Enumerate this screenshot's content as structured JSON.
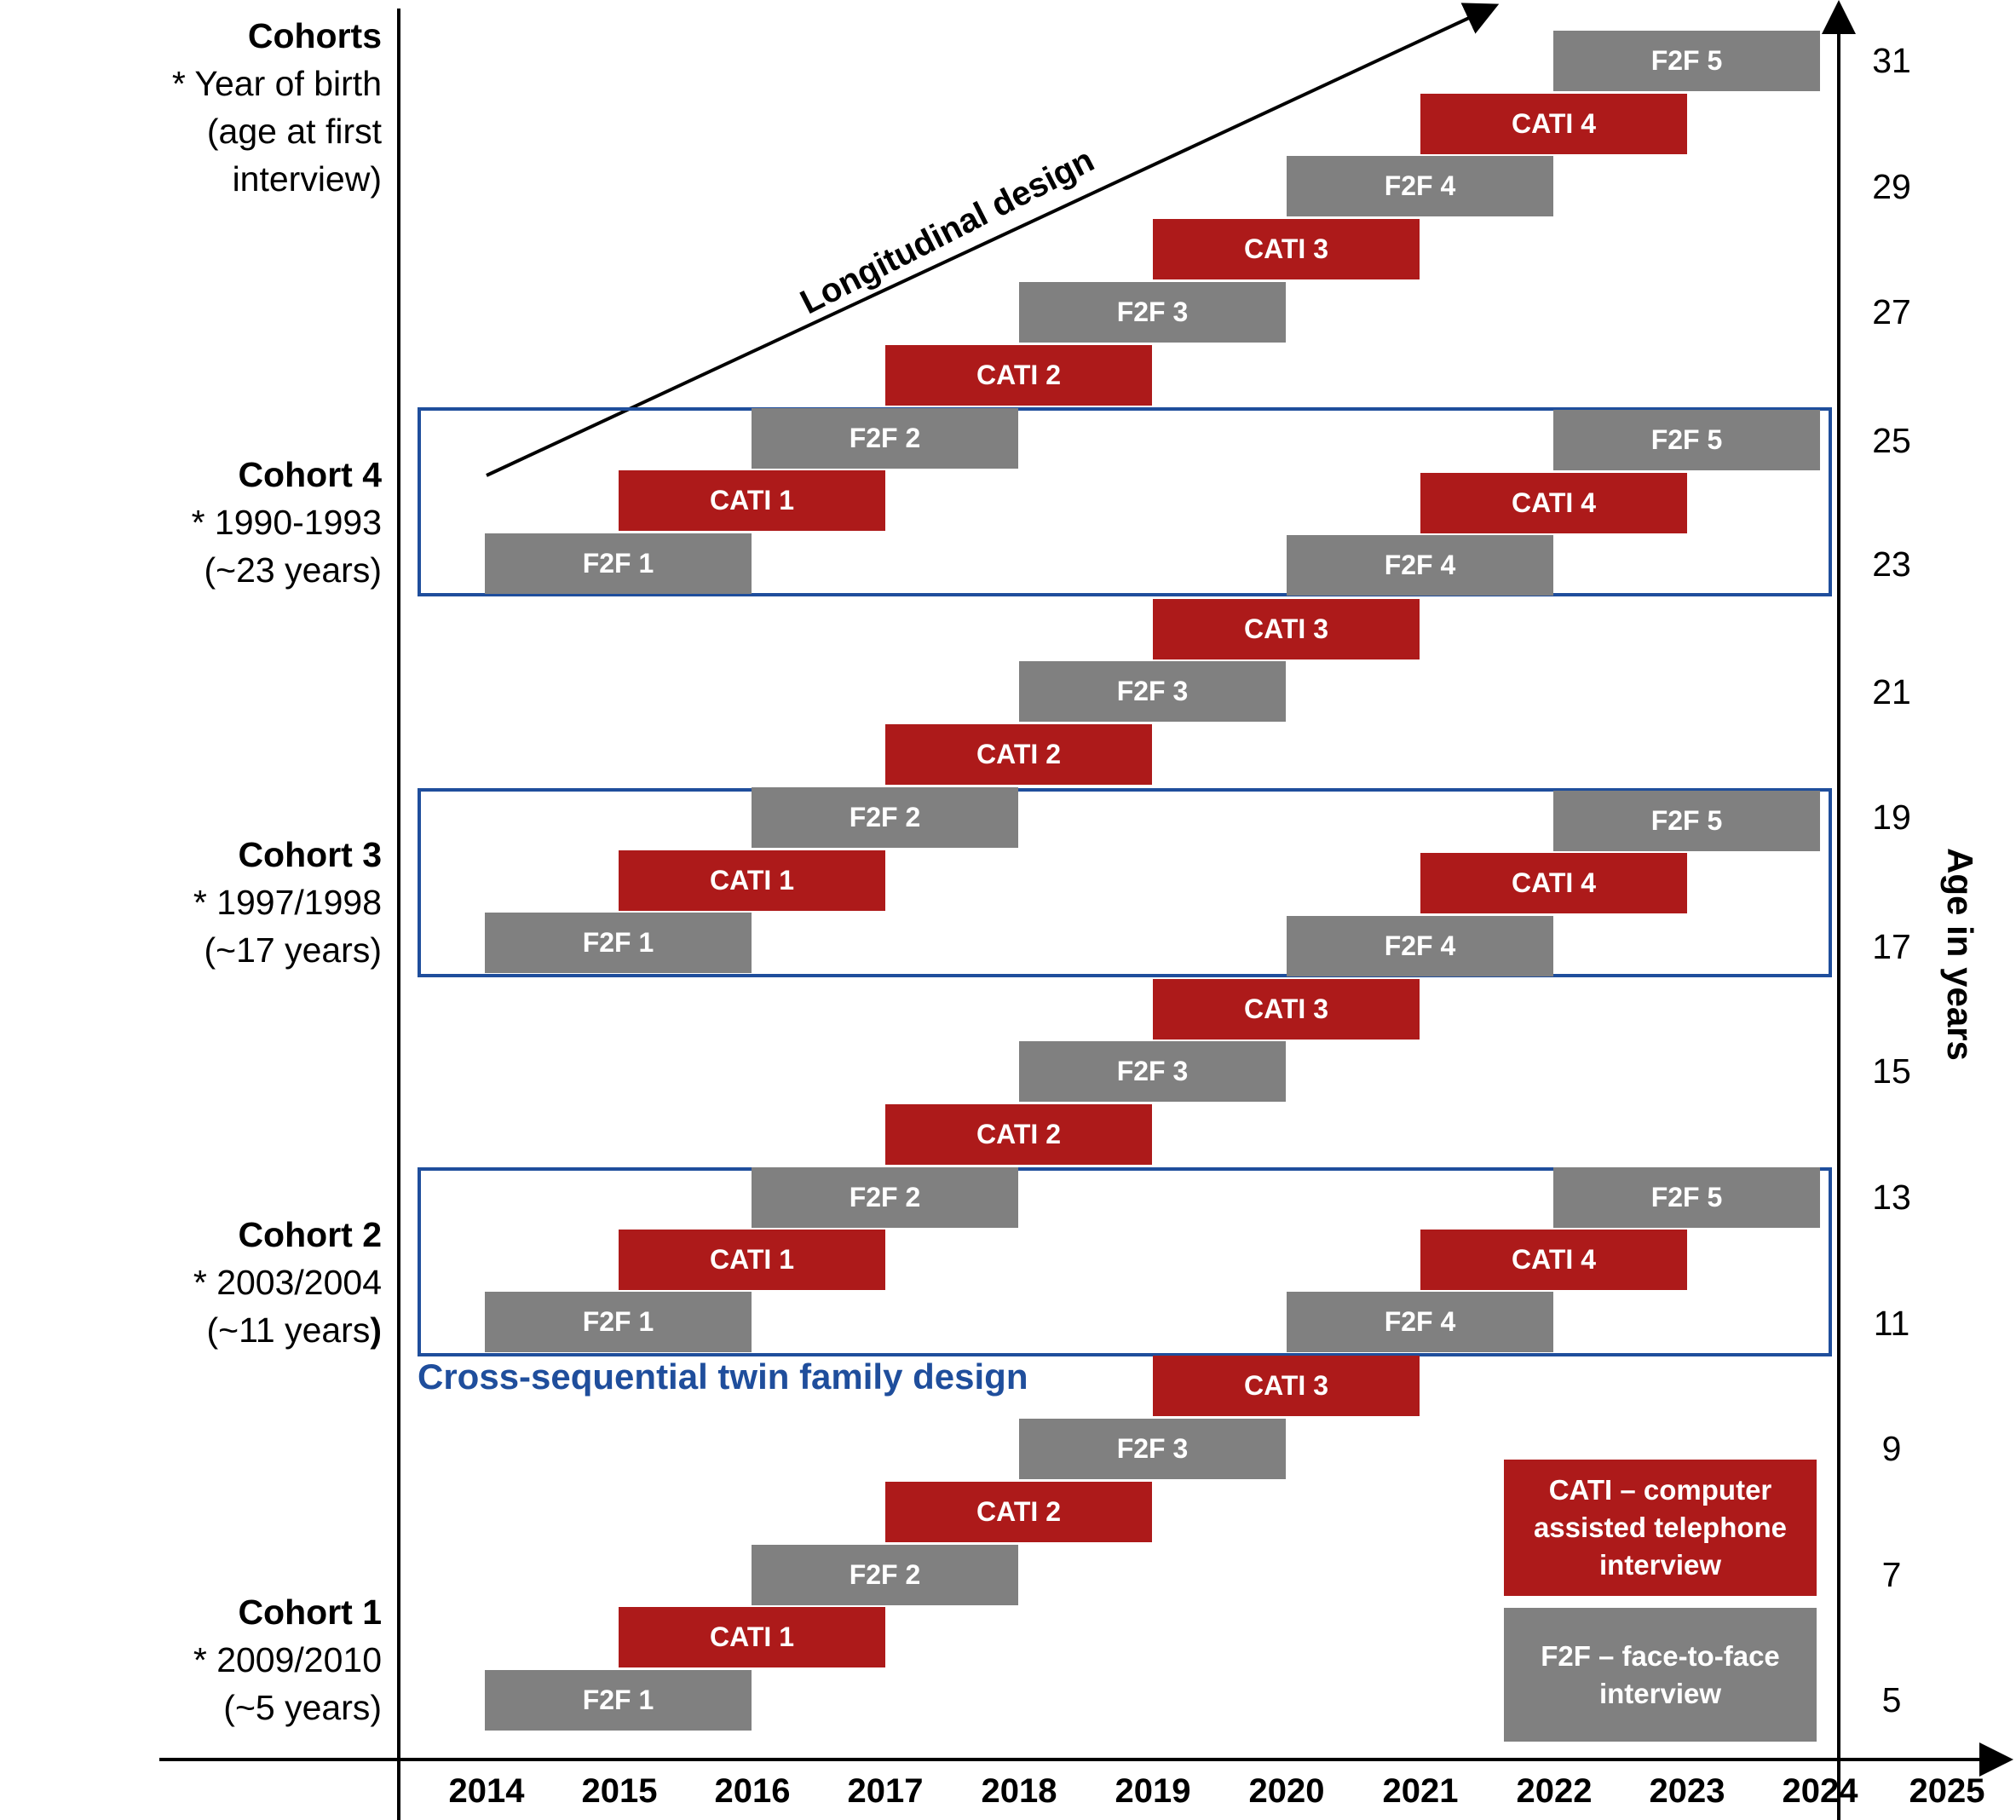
{
  "cohort_header": {
    "title": "Cohorts",
    "lines": [
      "* Year of birth",
      "(age at first",
      "interview)"
    ]
  },
  "cohorts": [
    {
      "name": "Cohort 4",
      "birth": "* 1990-1993",
      "age": "(~23 years)"
    },
    {
      "name": "Cohort 3",
      "birth": "* 1997/1998",
      "age": "(~17 years)"
    },
    {
      "name": "Cohort 2",
      "birth": "* 2003/2004",
      "age_prefix": "(~11 years",
      "age_suffix": ")"
    },
    {
      "name": "Cohort 1",
      "birth": "* 2009/2010",
      "age": "(~5 years)"
    }
  ],
  "years": [
    "2014",
    "2015",
    "2016",
    "2017",
    "2018",
    "2019",
    "2020",
    "2021",
    "2022",
    "2023",
    "2024",
    "2025"
  ],
  "ages": [
    "31",
    "29",
    "27",
    "25",
    "23",
    "21",
    "19",
    "17",
    "15",
    "13",
    "11",
    "9",
    "7",
    "5"
  ],
  "age_axis_title": "Age in years",
  "longitudinal_label": "Longitudinal design",
  "cross_sequential_label": "Cross-sequential twin family design",
  "legend": {
    "cati_lines": [
      "CATI – computer",
      "assisted telephone",
      "interview"
    ],
    "f2f_lines": [
      "F2F – face-to-face",
      "interview"
    ]
  },
  "colors": {
    "f2f": "#808080",
    "cati": "#ad1a1a",
    "frame": "#1f4e9c"
  },
  "waves": [
    {
      "label": "F2F 5",
      "type": "f2f"
    },
    {
      "label": "CATI 4",
      "type": "cati"
    },
    {
      "label": "F2F 4",
      "type": "f2f"
    },
    {
      "label": "CATI 3",
      "type": "cati"
    },
    {
      "label": "F2F 3",
      "type": "f2f"
    },
    {
      "label": "CATI 2",
      "type": "cati"
    },
    {
      "label": "F2F 2",
      "type": "f2f"
    },
    {
      "label": "F2F 5",
      "type": "f2f"
    },
    {
      "label": "CATI 1",
      "type": "cati"
    },
    {
      "label": "CATI 4",
      "type": "cati"
    },
    {
      "label": "F2F 1",
      "type": "f2f"
    },
    {
      "label": "F2F 4",
      "type": "f2f"
    },
    {
      "label": "CATI 3",
      "type": "cati"
    },
    {
      "label": "F2F 3",
      "type": "f2f"
    },
    {
      "label": "CATI 2",
      "type": "cati"
    },
    {
      "label": "F2F 2",
      "type": "f2f"
    },
    {
      "label": "F2F 5",
      "type": "f2f"
    },
    {
      "label": "CATI 1",
      "type": "cati"
    },
    {
      "label": "CATI 4",
      "type": "cati"
    },
    {
      "label": "F2F 1",
      "type": "f2f"
    },
    {
      "label": "F2F 4",
      "type": "f2f"
    },
    {
      "label": "CATI 3",
      "type": "cati"
    },
    {
      "label": "F2F 3",
      "type": "f2f"
    },
    {
      "label": "CATI 2",
      "type": "cati"
    },
    {
      "label": "F2F 2",
      "type": "f2f"
    },
    {
      "label": "F2F 5",
      "type": "f2f"
    },
    {
      "label": "CATI 1",
      "type": "cati"
    },
    {
      "label": "CATI 4",
      "type": "cati"
    },
    {
      "label": "F2F 1",
      "type": "f2f"
    },
    {
      "label": "F2F 4",
      "type": "f2f"
    },
    {
      "label": "CATI 3",
      "type": "cati"
    },
    {
      "label": "F2F 3",
      "type": "f2f"
    },
    {
      "label": "CATI 2",
      "type": "cati"
    },
    {
      "label": "F2F 2",
      "type": "f2f"
    },
    {
      "label": "CATI 1",
      "type": "cati"
    },
    {
      "label": "F2F 1",
      "type": "f2f"
    }
  ]
}
